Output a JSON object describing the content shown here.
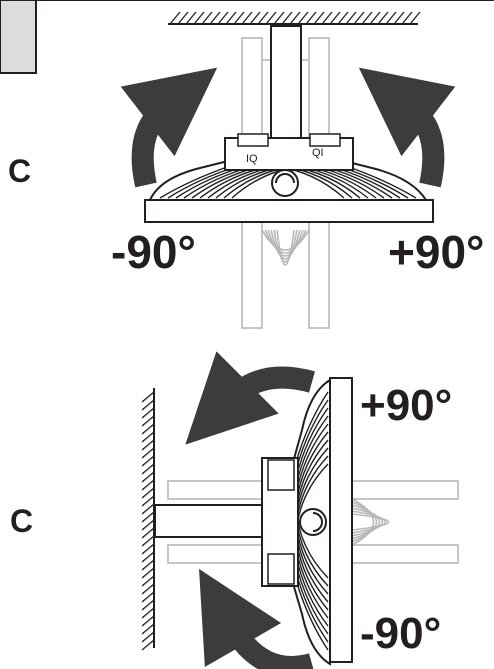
{
  "top_panel": {
    "letter": "C",
    "left_angle": "-90°",
    "right_angle": "+90°"
  },
  "bottom_panel": {
    "letter": "C",
    "upper_angle": "+90°",
    "lower_angle": "-90°"
  },
  "colors": {
    "ink": "#231f20",
    "arrow": "#3d3b3b",
    "ghost": "#b7b7b7",
    "tab_fill": "#dcdcdc"
  },
  "icons": [
    "ceiling-hatch",
    "wall-hatch",
    "rotate-arrow"
  ]
}
